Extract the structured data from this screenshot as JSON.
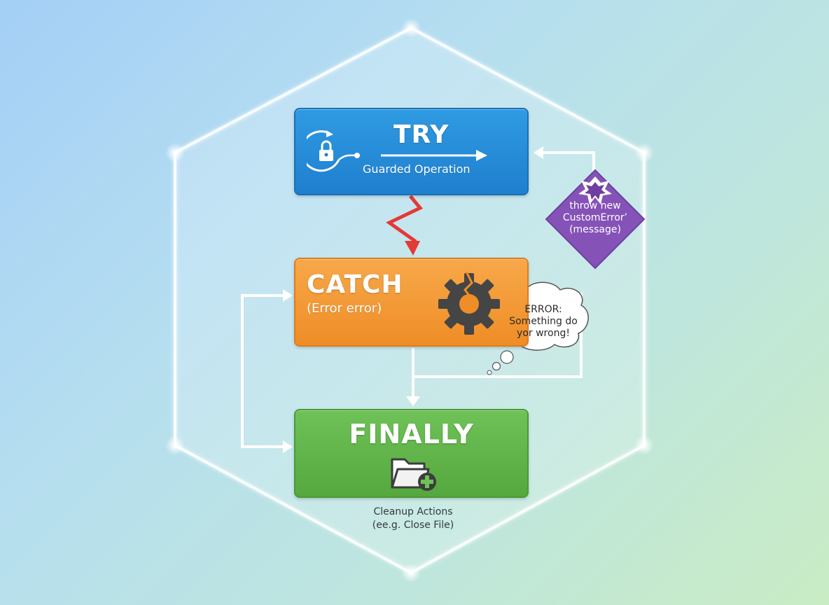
{
  "try": {
    "title": "TRY",
    "subtitle": "Guarded Operation"
  },
  "catch": {
    "title": "CATCH",
    "param": "(Error error)"
  },
  "finally": {
    "title": "FINALLY",
    "caption_line1": "Cleanup Actions",
    "caption_line2": "(ee.g. Close File)"
  },
  "throw": {
    "line1": "throw new",
    "line2": "CustomError’",
    "line3": "(message)"
  },
  "error_bubble": {
    "line1": "ERROR:",
    "line2": "Something do",
    "line3": "yor wrong!"
  },
  "colors": {
    "try": "#1f7fcf",
    "catch": "#ef8d26",
    "finally": "#54a83d",
    "throw": "#8552b8",
    "error_arrow": "#e53935"
  },
  "icons": [
    "lock-icon",
    "broken-gear-icon",
    "folder-plus-icon",
    "burst-icon"
  ]
}
